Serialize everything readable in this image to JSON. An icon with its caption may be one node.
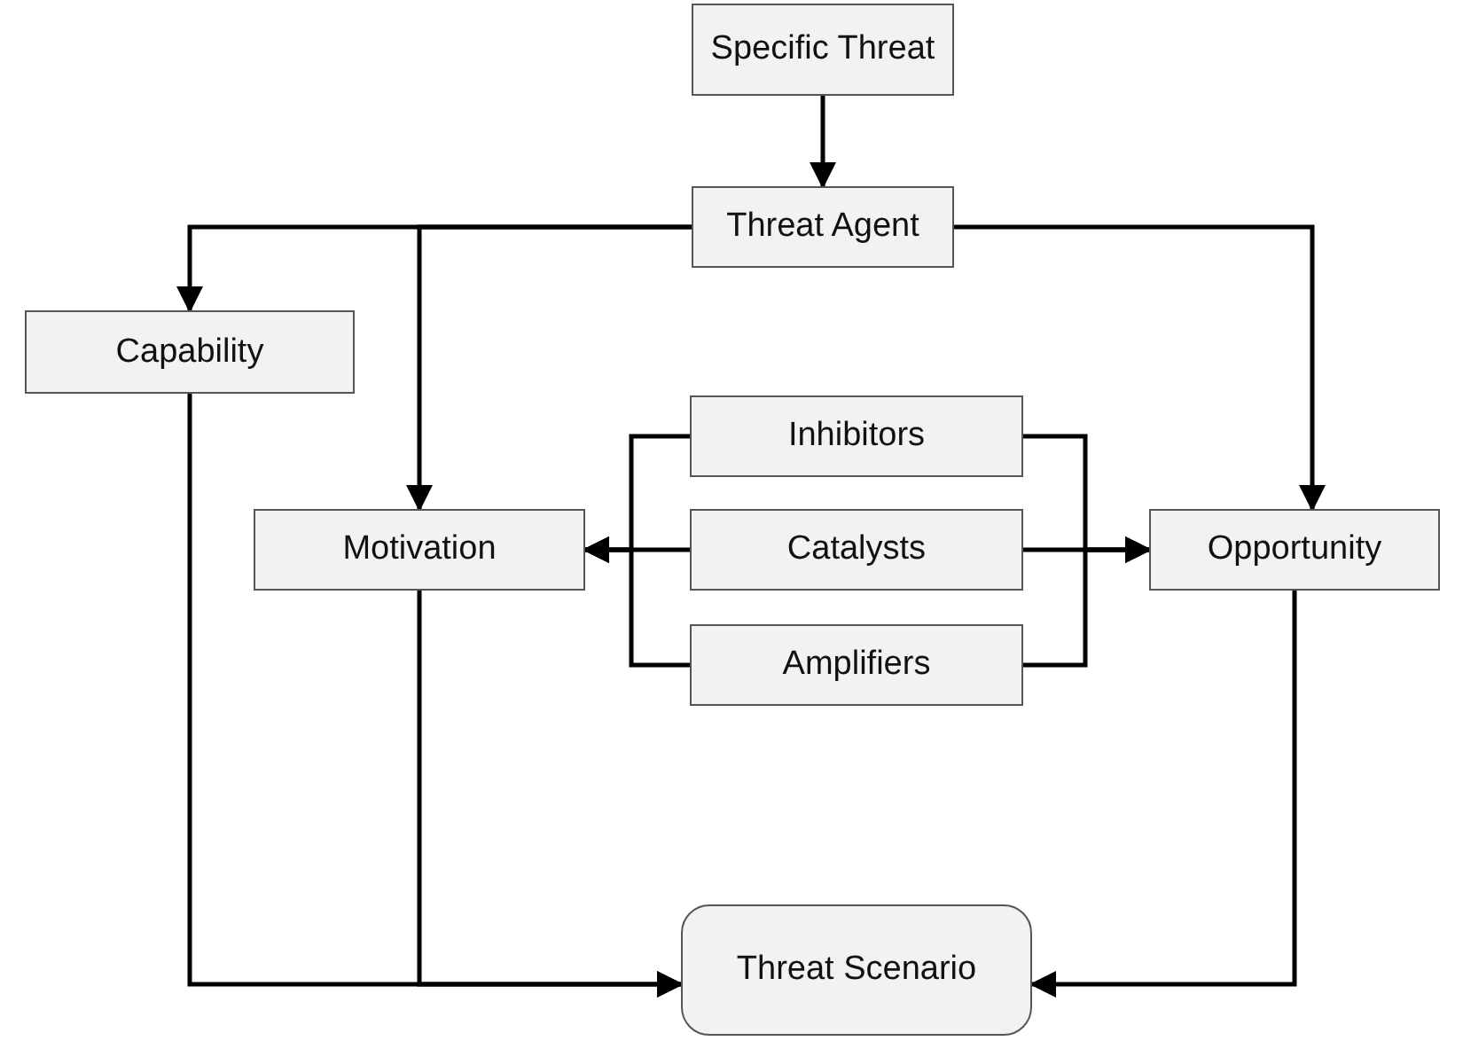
{
  "diagram": {
    "nodes": [
      {
        "text": [
          "Specific Threat"
        ]
      },
      {
        "text": [
          "Threat Agent"
        ]
      },
      {
        "text": [
          "Capability"
        ]
      },
      {
        "text": [
          "Inhibitors"
        ]
      },
      {
        "text": [
          "Motivation"
        ]
      },
      {
        "text": [
          "Catalysts"
        ]
      },
      {
        "text": [
          "Opportunity"
        ]
      },
      {
        "text": [
          "Amplifiers"
        ]
      },
      {
        "text": [
          "Threat Scenario"
        ]
      }
    ],
    "edges": [
      {
        "from": 0,
        "to": 1,
        "arrow": "to"
      },
      {
        "from": 1,
        "to": 2,
        "arrow": "to"
      },
      {
        "from": 1,
        "to": 4,
        "arrow": "to"
      },
      {
        "from": 1,
        "to": 6,
        "arrow": "to"
      },
      {
        "from": 3,
        "to": 4,
        "arrow": "to"
      },
      {
        "from": 5,
        "to": 4,
        "arrow": "to"
      },
      {
        "from": 7,
        "to": 4,
        "arrow": "to"
      },
      {
        "from": 3,
        "to": 6,
        "arrow": "to"
      },
      {
        "from": 5,
        "to": 6,
        "arrow": "to"
      },
      {
        "from": 7,
        "to": 6,
        "arrow": "to"
      },
      {
        "from": 2,
        "to": 8,
        "arrow": "to"
      },
      {
        "from": 4,
        "to": 8,
        "arrow": "to"
      },
      {
        "from": 6,
        "to": 8,
        "arrow": "to"
      }
    ]
  }
}
